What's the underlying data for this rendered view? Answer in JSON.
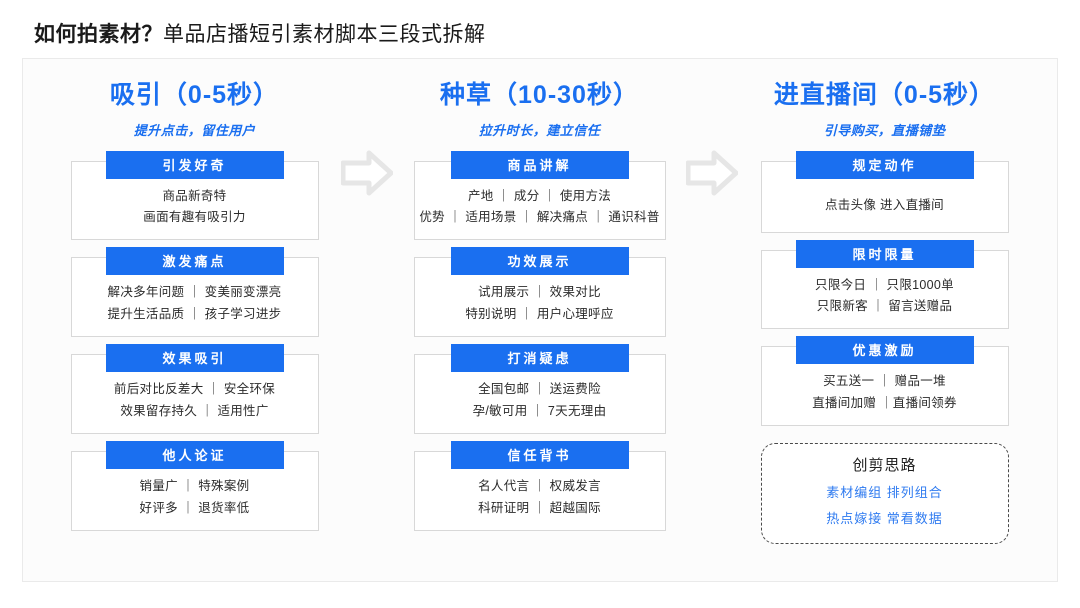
{
  "title": {
    "strong": "如何拍素材？",
    "normal": "单品店播短引素材脚本三段式拆解"
  },
  "colors": {
    "accent": "#1a6ff0",
    "board_bg": "#fcfcfc",
    "card_border": "#d8d8d8",
    "text": "#2b2b2b",
    "arrow": "#e3e3e3"
  },
  "arrows": [
    {
      "name": "arrow-stage-1-to-2"
    },
    {
      "name": "arrow-stage-2-to-3"
    }
  ],
  "columns": [
    {
      "title": "吸引（0-5秒）",
      "subtitle": "提升点击，留住用户",
      "cards": [
        {
          "badge": "引发好奇",
          "lines": [
            "商品新奇特",
            "画面有趣有吸引力"
          ]
        },
        {
          "badge": "激发痛点",
          "lines": [
            "解决多年问题 ｜ 变美丽变漂亮",
            "提升生活品质 ｜ 孩子学习进步"
          ]
        },
        {
          "badge": "效果吸引",
          "lines": [
            "前后对比反差大 ｜ 安全环保",
            "效果留存持久 ｜ 适用性广"
          ]
        },
        {
          "badge": "他人论证",
          "lines": [
            "销量广 ｜ 特殊案例",
            "好评多 ｜ 退货率低"
          ]
        }
      ]
    },
    {
      "title": "种草（10-30秒）",
      "subtitle": "拉升时长，建立信任",
      "cards": [
        {
          "badge": "商品讲解",
          "lines": [
            "产地 ｜ 成分 ｜ 使用方法",
            "优势 ｜ 适用场景 ｜ 解决痛点 ｜ 通识科普"
          ]
        },
        {
          "badge": "功效展示",
          "lines": [
            "试用展示 ｜ 效果对比",
            "特别说明 ｜ 用户心理呼应"
          ]
        },
        {
          "badge": "打消疑虑",
          "lines": [
            "全国包邮 ｜ 送运费险",
            "孕/敏可用 ｜ 7天无理由"
          ]
        },
        {
          "badge": "信任背书",
          "lines": [
            "名人代言 ｜ 权威发言",
            "科研证明 ｜ 超越国际"
          ]
        }
      ]
    },
    {
      "title": "进直播间（0-5秒）",
      "subtitle": "引导购买，直播铺垫",
      "cards": [
        {
          "badge": "规定动作",
          "lines": [
            "点击头像 进入直播间"
          ]
        },
        {
          "badge": "限时限量",
          "lines": [
            "只限今日 ｜ 只限1000单",
            "只限新客 ｜ 留言送赠品"
          ]
        },
        {
          "badge": "优惠激励",
          "lines": [
            "买五送一 ｜ 赠品一堆",
            "直播间加赠 ｜直播间领券"
          ]
        }
      ],
      "note_card": {
        "title": "创剪思路",
        "lines": [
          "素材编组 排列组合",
          "热点嫁接 常看数据"
        ]
      }
    }
  ]
}
